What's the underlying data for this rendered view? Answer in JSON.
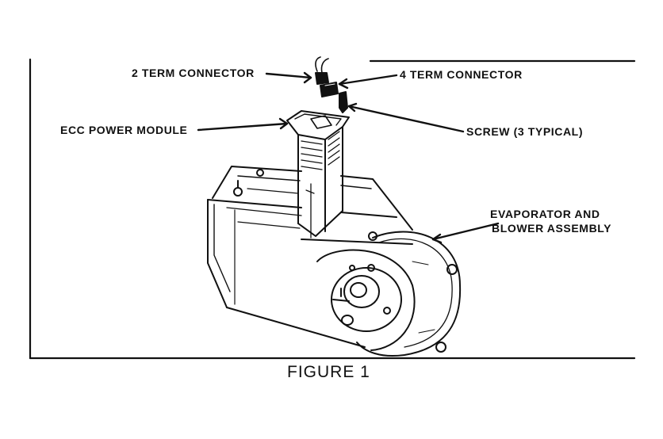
{
  "labels": {
    "two_term_connector": "2 TERM CONNECTOR",
    "four_term_connector": "4 TERM CONNECTOR",
    "ecc_power_module": "ECC POWER MODULE",
    "screw": "SCREW (3 TYPICAL)",
    "evaporator_line1": "EVAPORATOR AND",
    "evaporator_line2": "BLOWER ASSEMBLY"
  },
  "caption": "FIGURE 1",
  "colors": {
    "ink": "#111111",
    "paper": "#ffffff"
  }
}
